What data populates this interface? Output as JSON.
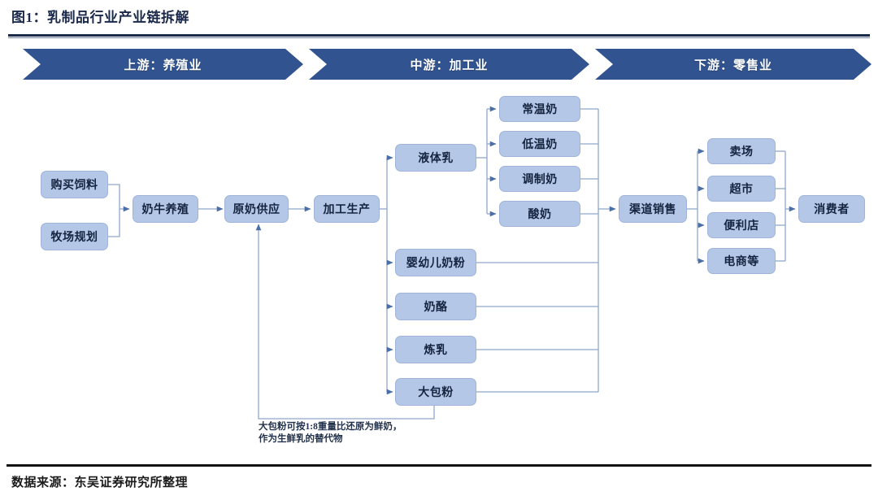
{
  "header": {
    "figure_label": "图1：",
    "title": "乳制品行业产业链拆解",
    "full_title": "图1：乳制品行业产业链拆解"
  },
  "footer": {
    "source": "数据来源：东吴证券研究所整理"
  },
  "banners": [
    {
      "id": "upstream",
      "label": "上游：养殖业"
    },
    {
      "id": "midstream",
      "label": "中游：加工业"
    },
    {
      "id": "downstream",
      "label": "下游：零售业"
    }
  ],
  "nodes": {
    "buy_feed": "购买饲料",
    "pasture_plan": "牧场规划",
    "cow_farming": "奶牛养殖",
    "raw_milk_supply": "原奶供应",
    "processing": "加工生产",
    "liquid_milk": "液体乳",
    "ambient_milk": "常温奶",
    "chilled_milk": "低温奶",
    "modified_milk": "调制奶",
    "yogurt": "酸奶",
    "infant_formula": "婴幼儿奶粉",
    "cheese": "奶酪",
    "condensed_milk": "炼乳",
    "bulk_powder": "大包粉",
    "channel_sales": "渠道销售",
    "hypermarket": "卖场",
    "supermarket": "超市",
    "convenience": "便利店",
    "ecommerce": "电商等",
    "consumer": "消费者"
  },
  "annotation": {
    "line1": "大包粉可按1:8重量比还原为鲜奶，",
    "line2": "作为生鲜乳的替代物"
  },
  "colors": {
    "banner_fill": "#31538f",
    "node_fill": "#b4c7e7",
    "node_border": "#9fb4d8",
    "connector": "#8fa7cc",
    "title_text": "#1b2a4a",
    "rule": "#1b2a4a",
    "footer_rule": "#111111"
  }
}
